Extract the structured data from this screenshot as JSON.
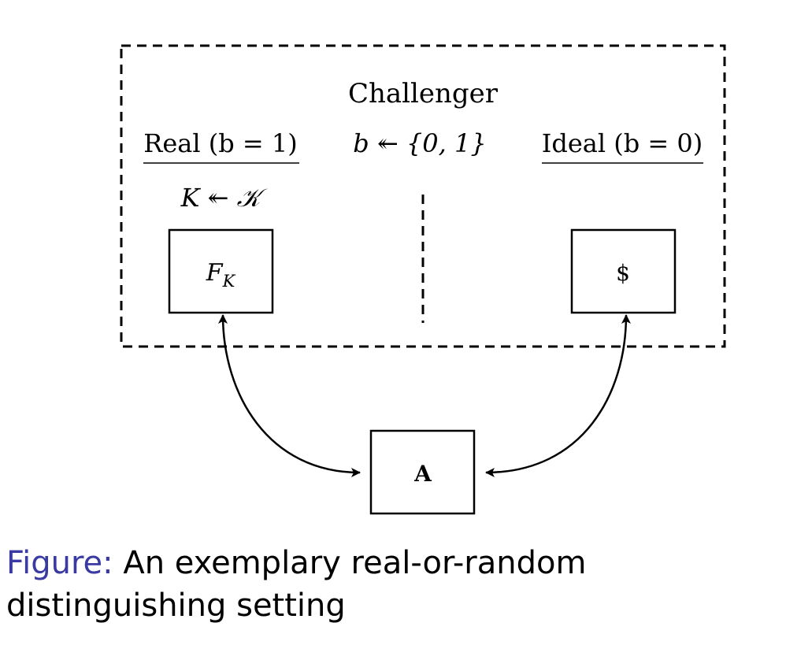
{
  "diagram": {
    "challenger_label": "Challenger",
    "bit_sampling": "b ↞ {0, 1}",
    "real": {
      "heading": "Real (b = 1)",
      "key_sampling": "K ↞ 𝒦",
      "box_label": "F",
      "box_subscript": "K"
    },
    "ideal": {
      "heading": "Ideal (b = 0)",
      "box_label": "$"
    },
    "adversary_label": "A"
  },
  "caption": {
    "label": "Figure:",
    "text": "An exemplary real-or-random distinguishing setting"
  }
}
